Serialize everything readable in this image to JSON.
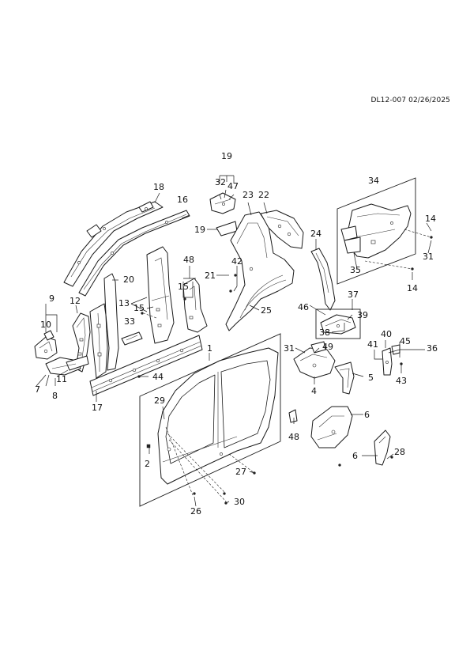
{
  "diagram": {
    "code": "DL12-007 02/26/2025",
    "callouts": [
      {
        "id": "c1",
        "label": "1"
      },
      {
        "id": "c2",
        "label": "2"
      },
      {
        "id": "c4",
        "label": "4"
      },
      {
        "id": "c5",
        "label": "5"
      },
      {
        "id": "c6a",
        "label": "6"
      },
      {
        "id": "c6b",
        "label": "6"
      },
      {
        "id": "c7",
        "label": "7"
      },
      {
        "id": "c8",
        "label": "8"
      },
      {
        "id": "c9",
        "label": "9"
      },
      {
        "id": "c10",
        "label": "10"
      },
      {
        "id": "c11",
        "label": "11"
      },
      {
        "id": "c12",
        "label": "12"
      },
      {
        "id": "c13",
        "label": "13"
      },
      {
        "id": "c14a",
        "label": "14"
      },
      {
        "id": "c14b",
        "label": "14"
      },
      {
        "id": "c15a",
        "label": "15"
      },
      {
        "id": "c15b",
        "label": "15"
      },
      {
        "id": "c16",
        "label": "16"
      },
      {
        "id": "c17",
        "label": "17"
      },
      {
        "id": "c18",
        "label": "18"
      },
      {
        "id": "c19a",
        "label": "19"
      },
      {
        "id": "c19b",
        "label": "19"
      },
      {
        "id": "c20",
        "label": "20"
      },
      {
        "id": "c21",
        "label": "21"
      },
      {
        "id": "c22",
        "label": "22"
      },
      {
        "id": "c23",
        "label": "23"
      },
      {
        "id": "c24",
        "label": "24"
      },
      {
        "id": "c25",
        "label": "25"
      },
      {
        "id": "c26",
        "label": "26"
      },
      {
        "id": "c27",
        "label": "27"
      },
      {
        "id": "c28",
        "label": "28"
      },
      {
        "id": "c29",
        "label": "29"
      },
      {
        "id": "c30",
        "label": "30"
      },
      {
        "id": "c31a",
        "label": "31"
      },
      {
        "id": "c31b",
        "label": "31"
      },
      {
        "id": "c32",
        "label": "32"
      },
      {
        "id": "c33",
        "label": "33"
      },
      {
        "id": "c34",
        "label": "34"
      },
      {
        "id": "c35",
        "label": "35"
      },
      {
        "id": "c36",
        "label": "36"
      },
      {
        "id": "c37",
        "label": "37"
      },
      {
        "id": "c38",
        "label": "38"
      },
      {
        "id": "c39",
        "label": "39"
      },
      {
        "id": "c40",
        "label": "40"
      },
      {
        "id": "c41",
        "label": "41"
      },
      {
        "id": "c42",
        "label": "42"
      },
      {
        "id": "c43",
        "label": "43"
      },
      {
        "id": "c44",
        "label": "44"
      },
      {
        "id": "c45",
        "label": "45"
      },
      {
        "id": "c46",
        "label": "46"
      },
      {
        "id": "c47",
        "label": "47"
      },
      {
        "id": "c48a",
        "label": "48"
      },
      {
        "id": "c48b",
        "label": "48"
      },
      {
        "id": "c49",
        "label": "49"
      }
    ]
  }
}
